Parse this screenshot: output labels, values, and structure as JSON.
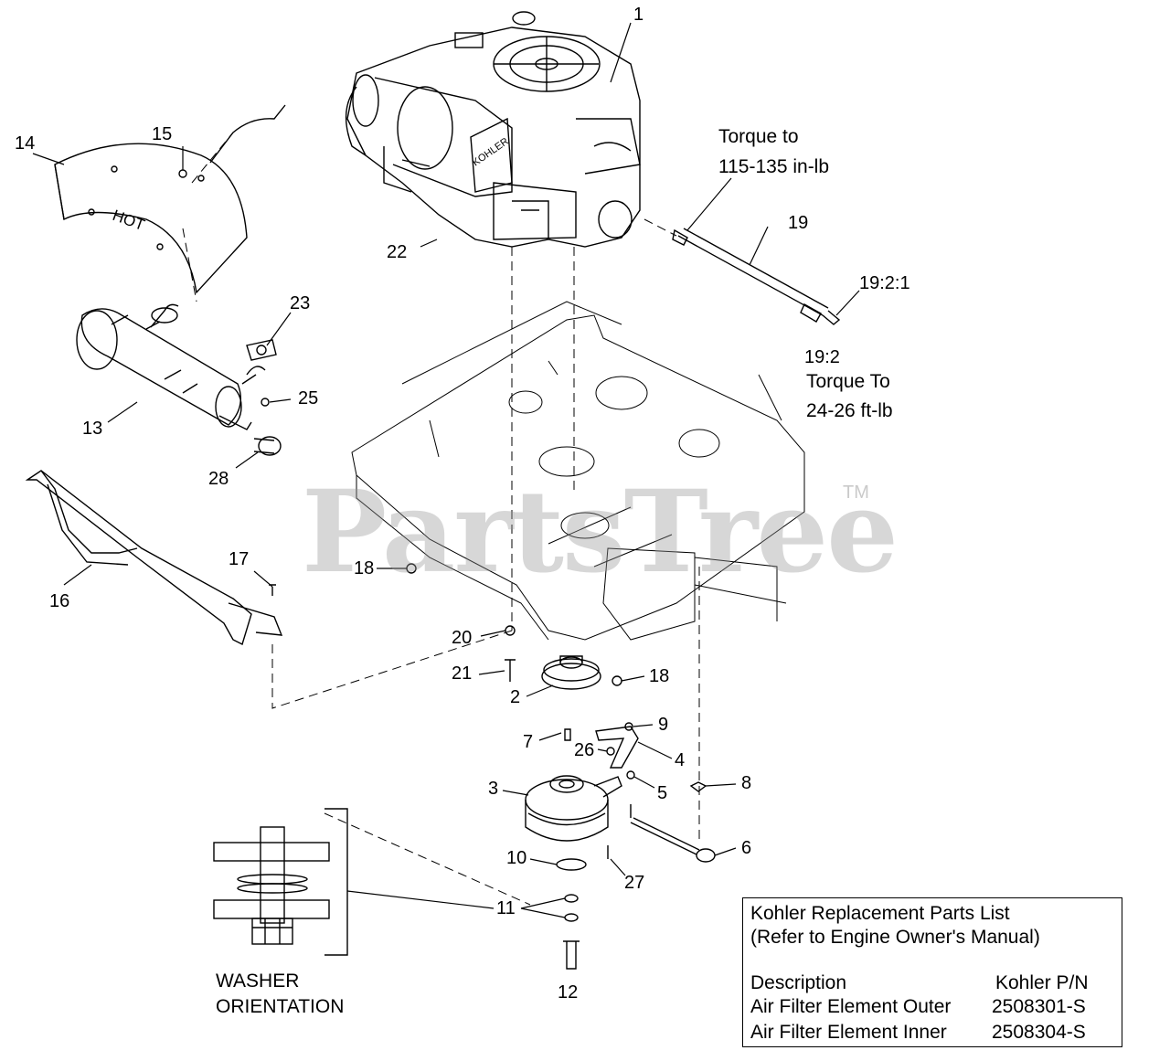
{
  "watermark": {
    "text": "PartsTree",
    "tm": "TM"
  },
  "callouts": {
    "c1": "1",
    "c2": "2",
    "c3": "3",
    "c4": "4",
    "c5": "5",
    "c6": "6",
    "c7": "7",
    "c8": "8",
    "c9": "9",
    "c10": "10",
    "c11": "11",
    "c12": "12",
    "c13": "13",
    "c14": "14",
    "c15": "15",
    "c16": "16",
    "c17": "17",
    "c18a": "18",
    "c18b": "18",
    "c19": "19",
    "c19_2_1": "19:2:1",
    "c19_2": "19:2",
    "c20": "20",
    "c21": "21",
    "c22": "22",
    "c23": "23",
    "c25": "25",
    "c26": "26",
    "c27": "27",
    "c28": "28"
  },
  "notes": {
    "torque1_line1": "Torque to",
    "torque1_line2": "115-135 in-lb",
    "torque2_line1": "Torque To",
    "torque2_line2": "24-26 ft-lb",
    "hot_label": "HOT",
    "kohler_label": "KOHLER"
  },
  "washer": {
    "line1": "WASHER",
    "line2": "ORIENTATION"
  },
  "parts_list": {
    "title_line1": "Kohler Replacement Parts List",
    "title_line2": "(Refer to Engine Owner's Manual)",
    "col_description": "Description",
    "col_pn": "Kohler P/N",
    "items": [
      {
        "description": "Air Filter Element Outer",
        "pn": "2508301-S"
      },
      {
        "description": "Air Filter Element Inner",
        "pn": "2508304-S"
      }
    ]
  }
}
